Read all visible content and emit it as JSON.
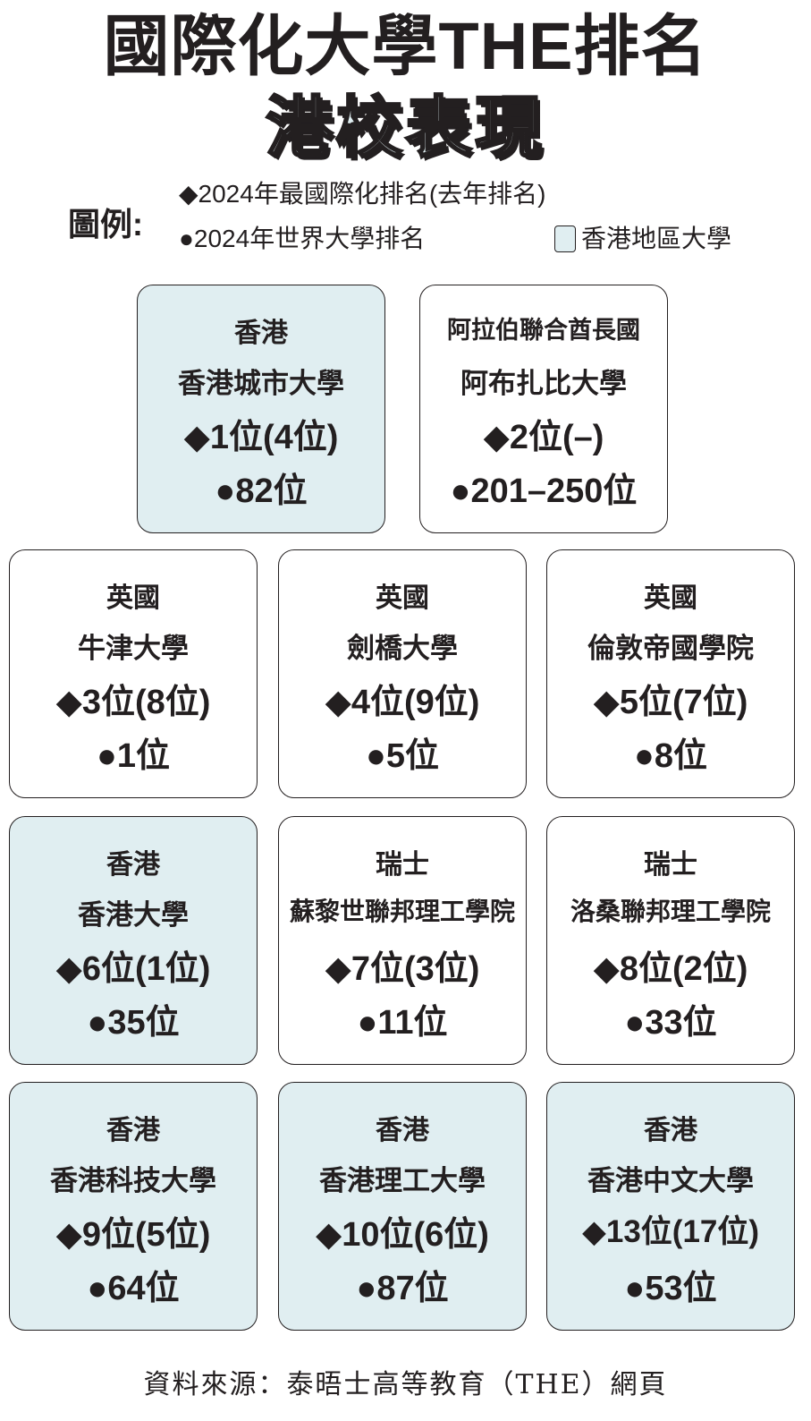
{
  "title": {
    "line1": "國際化大學THE排名",
    "line2": "港校表現"
  },
  "legend": {
    "label": "圖例:",
    "intl_rank": "◆2024年最國際化排名(去年排名)",
    "world_rank": "●2024年世界大學排名",
    "hk_swatch": "香港地區大學",
    "hk_color": "#e0eef1"
  },
  "cards": [
    {
      "region": "香港",
      "name": "香港城市大學",
      "rank": "◆1位(4位)",
      "world": "●82位",
      "hk": true
    },
    {
      "region": "阿拉伯聯合酋長國",
      "name": "阿布扎比大學",
      "rank": "◆2位(–)",
      "world": "●201–250位",
      "hk": false
    },
    {
      "region": "英國",
      "name": "牛津大學",
      "rank": "◆3位(8位)",
      "world": "●1位",
      "hk": false
    },
    {
      "region": "英國",
      "name": "劍橋大學",
      "rank": "◆4位(9位)",
      "world": "●5位",
      "hk": false
    },
    {
      "region": "英國",
      "name": "倫敦帝國學院",
      "rank": "◆5位(7位)",
      "world": "●8位",
      "hk": false
    },
    {
      "region": "香港",
      "name": "香港大學",
      "rank": "◆6位(1位)",
      "world": "●35位",
      "hk": true
    },
    {
      "region": "瑞士",
      "name": "蘇黎世聯邦理工學院",
      "rank": "◆7位(3位)",
      "world": "●11位",
      "hk": false
    },
    {
      "region": "瑞士",
      "name": "洛桑聯邦理工學院",
      "rank": "◆8位(2位)",
      "world": "●33位",
      "hk": false
    },
    {
      "region": "香港",
      "name": "香港科技大學",
      "rank": "◆9位(5位)",
      "world": "●64位",
      "hk": true
    },
    {
      "region": "香港",
      "name": "香港理工大學",
      "rank": "◆10位(6位)",
      "world": "●87位",
      "hk": true
    },
    {
      "region": "香港",
      "name": "香港中文大學",
      "rank": "◆13位(17位)",
      "world": "●53位",
      "hk": true
    }
  ],
  "footer": "資料來源：泰晤士高等教育（THE）網頁"
}
